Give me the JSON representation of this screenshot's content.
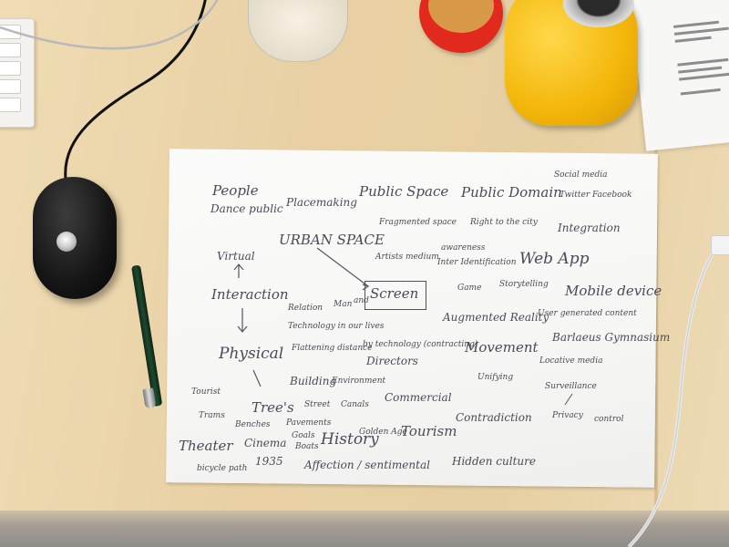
{
  "scene": {
    "objects": [
      "keyboard",
      "computer-mouse",
      "pen",
      "glass-water-bottle",
      "red-paper-cup",
      "yellow-bottle",
      "paper-sheet",
      "charger-cable",
      "handwritten-mind-map"
    ]
  },
  "notes": {
    "people": "People",
    "dance_public": "Dance public",
    "placemaking": "Placemaking",
    "public_space": "Public Space",
    "public_domain": "Public Domain",
    "social_media": "Social media",
    "twitter_facebook": "Twitter Facebook",
    "fragmented_space": "Fragmented space",
    "right_to_city": "Right to the city",
    "integration": "Integration",
    "urban_space": "URBAN SPACE",
    "virtual": "Virtual",
    "artists_medium": "Artists medium",
    "awareness": "awareness",
    "inter_identification": "Inter Identification",
    "web_app": "Web App",
    "interaction": "Interaction",
    "relation": "Relation",
    "man": "Man",
    "and": "and",
    "screen": "Screen",
    "game": "Game",
    "storytelling": "Storytelling",
    "mobile_device": "Mobile device",
    "technology_in_our_lives": "Technology in our lives",
    "augmented_reality": "Augmented Reality",
    "user_generated_content": "User generated content",
    "physical": "Physical",
    "flattening_distance": "Flattening distance",
    "by_technology": "by technology (contracting)",
    "movement": "Movement",
    "barlaeus_gymnasium": "Barlaeus Gymnasium",
    "directors": "Directors",
    "locative_media": "Locative media",
    "building": "Building",
    "environment": "Environment",
    "unifying": "Unifying",
    "tourist": "Tourist",
    "trees": "Tree's",
    "street": "Street",
    "canals": "Canals",
    "commercial": "Commercial",
    "surveillance": "Surveillance",
    "trams": "Trams",
    "benches": "Benches",
    "pavements": "Pavements",
    "contradiction": "Contradiction",
    "privacy": "Privacy",
    "control": "control",
    "goals": "Goals",
    "golden_age": "Golden Age",
    "tourism": "Tourism",
    "theater": "Theater",
    "cinema": "Cinema",
    "boats": "Boats",
    "history": "History",
    "year_1935": "1935",
    "bicycle_path": "bicycle path",
    "affection": "Affection / sentimental",
    "hidden_culture": "Hidden culture"
  }
}
